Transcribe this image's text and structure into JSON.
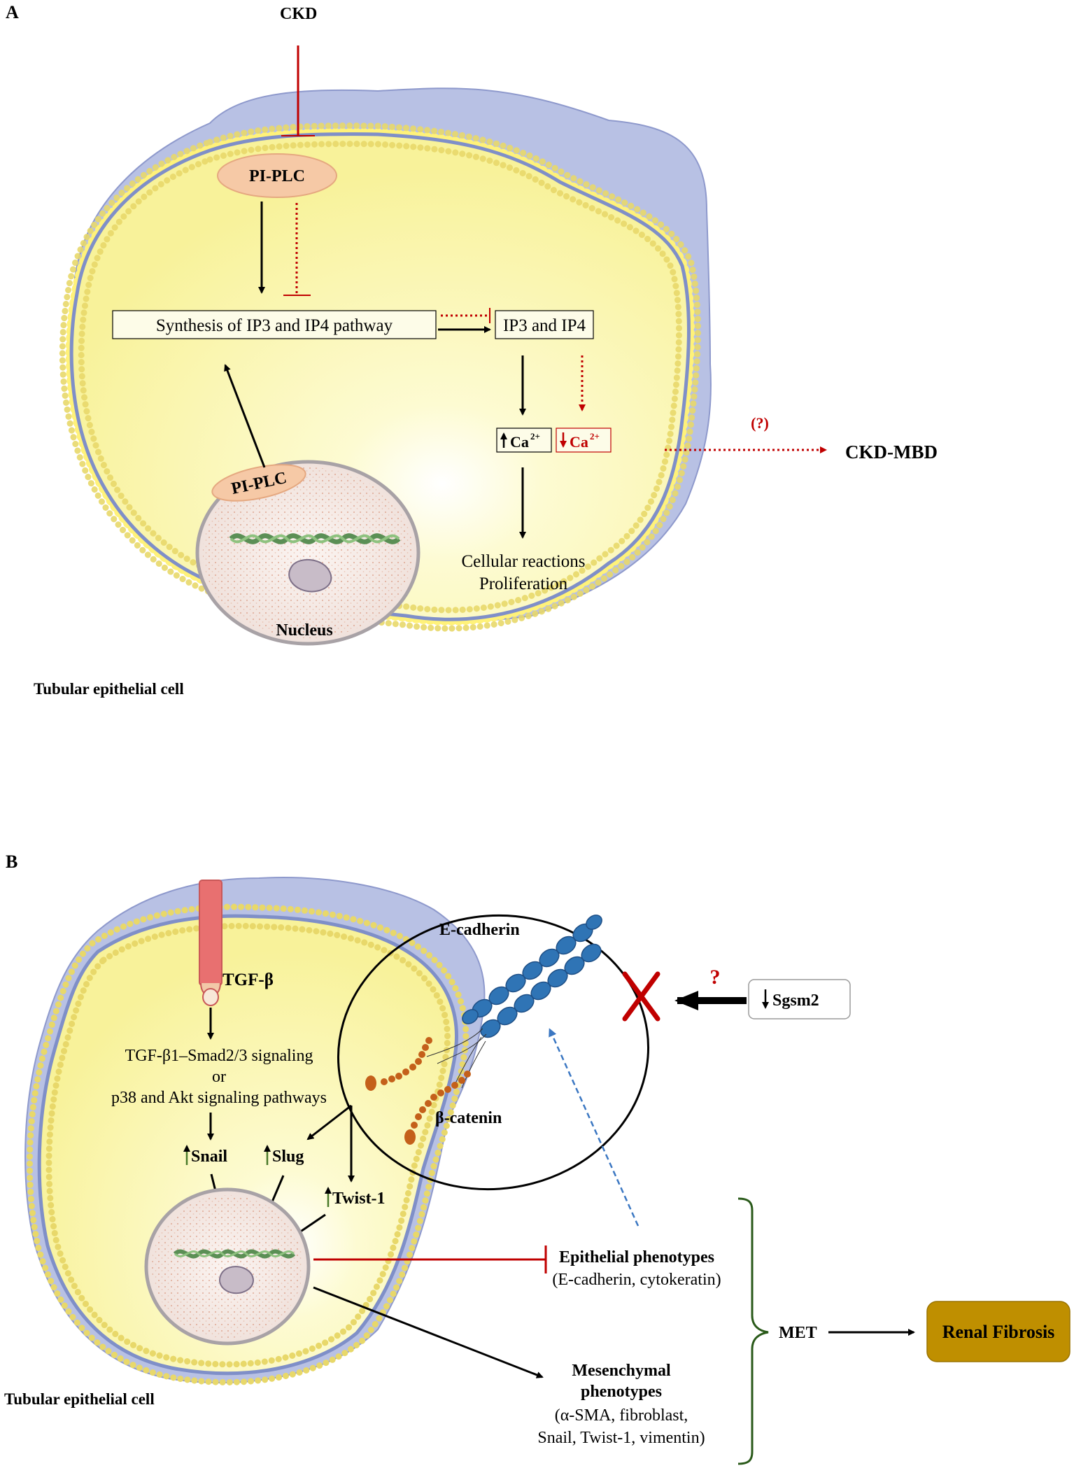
{
  "panel_a": {
    "letter": "A",
    "ckd": "CKD",
    "pi_plc_membrane": "PI-PLC",
    "synthesis_box": "Synthesis of IP3 and IP4 pathway",
    "ip3_ip4_box": "IP3 and IP4",
    "ca_up": "Ca",
    "ca_up_sup": "2+",
    "ca_down": "Ca",
    "ca_down_sup": "2+",
    "cellular_reactions": "Cellular reactions",
    "proliferation": "Proliferation",
    "question": "(?)",
    "ckd_mbd": "CKD-MBD",
    "pi_plc_nuclear": "PI-PLC",
    "nucleus": "Nucleus",
    "cell_label": "Tubular epithelial cell"
  },
  "panel_b": {
    "letter": "B",
    "tgf_beta": "TGF-β",
    "signaling_line1": "TGF-β1–Smad2/3 signaling",
    "signaling_line2": "or",
    "signaling_line3": "p38 and Akt signaling pathways",
    "snail": "Snail",
    "slug": "Slug",
    "twist1": "Twist-1",
    "e_cadherin": "E-cadherin",
    "beta_catenin": "β-catenin",
    "question": "?",
    "sgsm2": "Sgsm2",
    "epithelial_title": "Epithelial phenotypes",
    "epithelial_detail": "(E-cadherin, cytokeratin)",
    "mesenchymal_title1": "Mesenchymal",
    "mesenchymal_title2": "phenotypes",
    "mesenchymal_detail1": "(α-SMA, fibroblast,",
    "mesenchymal_detail2": "Snail, Twist-1, vimentin)",
    "met": "MET",
    "renal_fibrosis": "Renal Fibrosis",
    "cell_label": "Tubular epithelial cell"
  },
  "colors": {
    "cytoplasm": "#fbf6a6",
    "outer_cell": "#b8c1e4",
    "membrane": "#7f8fc8",
    "membrane_beads": "#fff27a",
    "enzyme": "#f6c9a6",
    "inhibit_red": "#c00000",
    "up_green": "#4a7a2a",
    "ecadherin_blue": "#2f74b5",
    "catenin_orange": "#c4601a",
    "renal_box": "#bf8f00",
    "tgf_receptor": "#e87070"
  }
}
